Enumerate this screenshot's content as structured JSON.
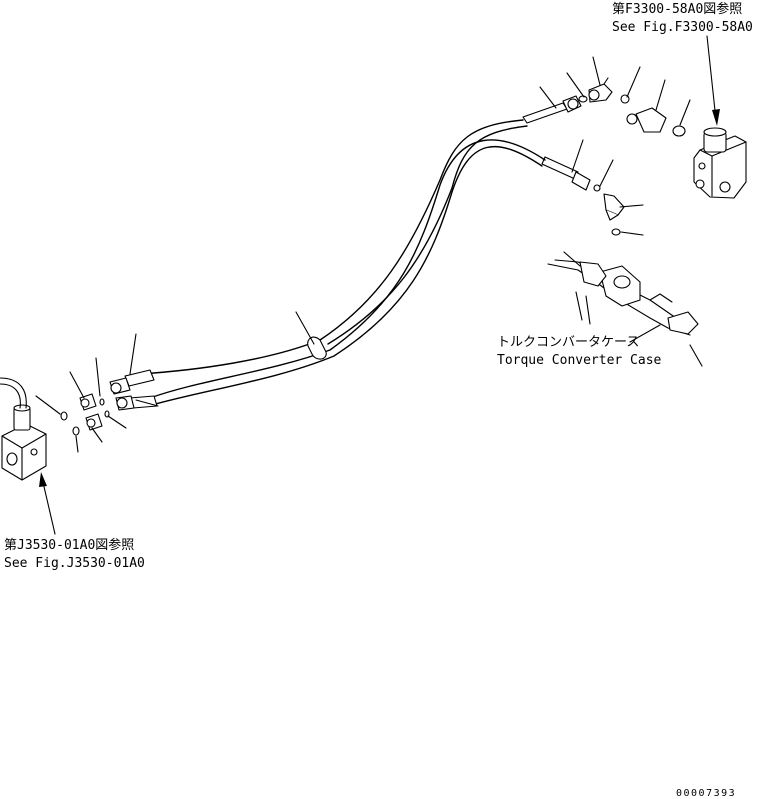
{
  "labels": {
    "top_ref_jp": "第F3300-58A0図参照",
    "top_ref_en": "See Fig.F3300-58A0",
    "case_jp": "トルクコンバータケース",
    "case_en": "Torque Converter Case",
    "left_ref_jp": "第J3530-01A0図参照",
    "left_ref_en": "See Fig.J3530-01A0",
    "drawing_number": "00007393"
  }
}
